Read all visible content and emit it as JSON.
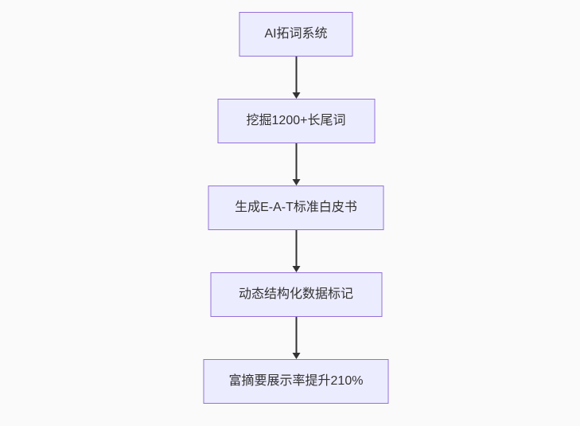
{
  "diagram": {
    "kind": "flowchart",
    "direction": "top-down",
    "nodes": [
      {
        "label": "AI拓词系统"
      },
      {
        "label": "挖掘1200+长尾词"
      },
      {
        "label": "生成E-A-T标准白皮书"
      },
      {
        "label": "动态结构化数据标记"
      },
      {
        "label": "富摘要展示率提升210%"
      }
    ],
    "edges": [
      {
        "from": 0,
        "to": 1
      },
      {
        "from": 1,
        "to": 2
      },
      {
        "from": 2,
        "to": 3
      },
      {
        "from": 3,
        "to": 4
      }
    ],
    "colors": {
      "node_fill": "#ECECFF",
      "node_border": "#9370DB",
      "edge": "#333333",
      "text": "#333333",
      "background": "#fafafa"
    }
  }
}
